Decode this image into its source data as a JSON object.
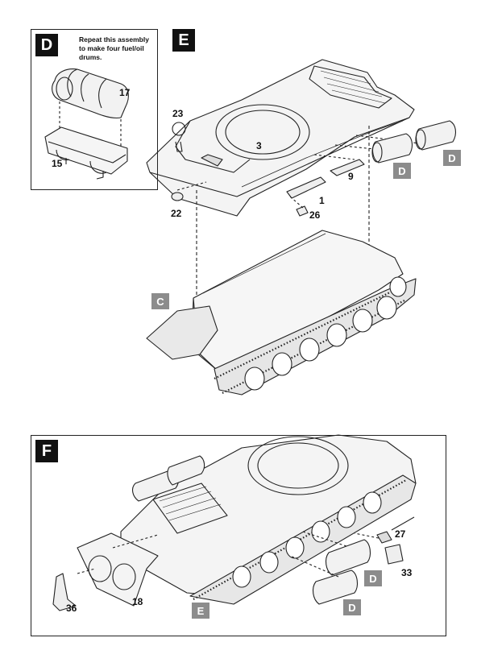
{
  "steps": {
    "d": "D",
    "e": "E",
    "f": "F"
  },
  "panel_d": {
    "note_line1": "Repeat this assembly",
    "note_line2": "to make four fuel/oil",
    "note_line3": "drums.",
    "part_top": "17",
    "part_bottom": "15"
  },
  "step_e": {
    "parts": {
      "p23": "23",
      "p3": "3",
      "p9": "9",
      "p1": "1",
      "p22": "22",
      "p26": "26"
    },
    "ref_d1": "D",
    "ref_d2": "D",
    "ref_c": "C"
  },
  "step_f": {
    "parts": {
      "p27": "27",
      "p33": "33",
      "p18": "18",
      "p36": "36"
    },
    "ref_d1": "D",
    "ref_d2": "D",
    "ref_e": "E"
  }
}
